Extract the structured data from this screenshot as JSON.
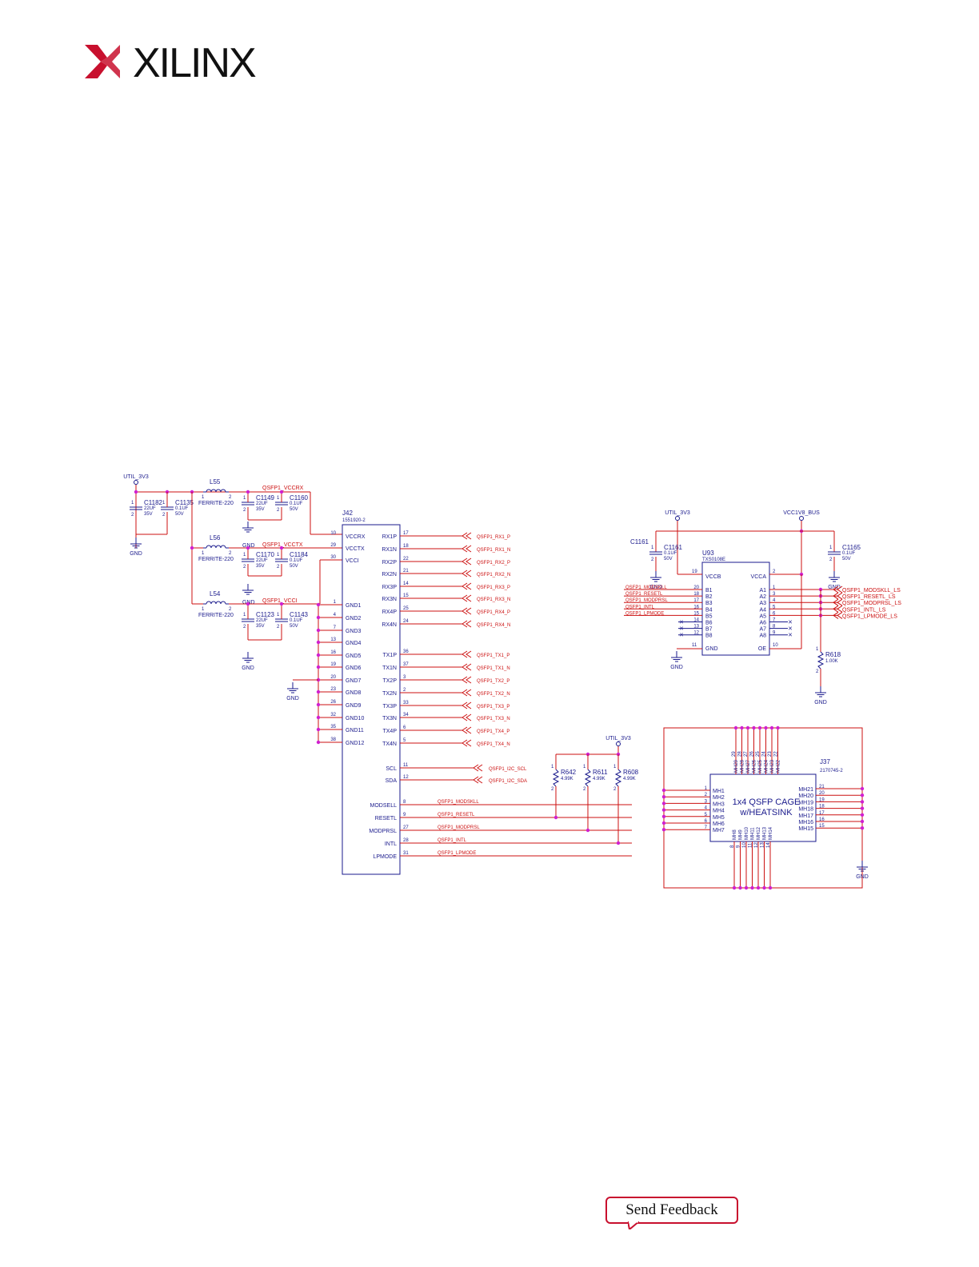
{
  "brand": {
    "name": "XILINX",
    "color": "#c8102e"
  },
  "colors": {
    "wire": "#cc1111",
    "component": "#1a1a8c",
    "junction": "#d020d0",
    "net": "#cc1111"
  },
  "feedback": {
    "label": "Send Feedback"
  },
  "schematic": {
    "power": {
      "util": "UTIL_3V3",
      "vccio": "VCC1V8_BUS",
      "gnd": "GND"
    },
    "inductors": [
      {
        "ref": "L55",
        "value": "FERRITE-220",
        "net": "QSFP1_VCCRX"
      },
      {
        "ref": "L56",
        "value": "FERRITE-220",
        "net": "QSFP1_VCCTX"
      },
      {
        "ref": "L54",
        "value": "FERRITE-220",
        "net": "QSFP1_VCCI"
      }
    ],
    "caps": [
      {
        "ref": "C1182",
        "value": "22UF",
        "volt": "35V"
      },
      {
        "ref": "C1135",
        "value": "0.1UF",
        "volt": "50V"
      },
      {
        "ref": "C1149",
        "value": "22UF",
        "volt": "35V"
      },
      {
        "ref": "C1160",
        "value": "0.1UF",
        "volt": "50V"
      },
      {
        "ref": "C1170",
        "value": "22UF",
        "volt": "35V"
      },
      {
        "ref": "C1184",
        "value": "0.1UF",
        "volt": "50V"
      },
      {
        "ref": "C1123",
        "value": "22UF",
        "volt": "35V"
      },
      {
        "ref": "C1143",
        "value": "0.1UF",
        "volt": "50V"
      },
      {
        "ref": "C1161",
        "value": "0.1UF",
        "volt": "50V"
      },
      {
        "ref": "C1165",
        "value": "0.1UF",
        "volt": "50V"
      }
    ],
    "j42": {
      "ref": "J42",
      "part": "1551920-2",
      "left_pins": [
        {
          "num": "10",
          "name": "VCCRX"
        },
        {
          "num": "29",
          "name": "VCCTX"
        },
        {
          "num": "30",
          "name": "VCCI"
        },
        {
          "num": "1",
          "name": "GND1"
        },
        {
          "num": "4",
          "name": "GND2"
        },
        {
          "num": "7",
          "name": "GND3"
        },
        {
          "num": "13",
          "name": "GND4"
        },
        {
          "num": "16",
          "name": "GND5"
        },
        {
          "num": "19",
          "name": "GND6"
        },
        {
          "num": "20",
          "name": "GND7"
        },
        {
          "num": "23",
          "name": "GND8"
        },
        {
          "num": "26",
          "name": "GND9"
        },
        {
          "num": "32",
          "name": "GND10"
        },
        {
          "num": "35",
          "name": "GND11"
        },
        {
          "num": "38",
          "name": "GND12"
        }
      ],
      "hs_pins": [
        {
          "num": "17",
          "name": "RX1P",
          "net": "QSFP1_RX1_P"
        },
        {
          "num": "18",
          "name": "RX1N",
          "net": "QSFP1_RX1_N"
        },
        {
          "num": "22",
          "name": "RX2P",
          "net": "QSFP1_RX2_P"
        },
        {
          "num": "21",
          "name": "RX2N",
          "net": "QSFP1_RX2_N"
        },
        {
          "num": "14",
          "name": "RX3P",
          "net": "QSFP1_RX3_P"
        },
        {
          "num": "15",
          "name": "RX3N",
          "net": "QSFP1_RX3_N"
        },
        {
          "num": "25",
          "name": "RX4P",
          "net": "QSFP1_RX4_P"
        },
        {
          "num": "24",
          "name": "RX4N",
          "net": "QSFP1_RX4_N"
        },
        {
          "num": "36",
          "name": "TX1P",
          "net": "QSFP1_TX1_P"
        },
        {
          "num": "37",
          "name": "TX1N",
          "net": "QSFP1_TX1_N"
        },
        {
          "num": "3",
          "name": "TX2P",
          "net": "QSFP1_TX2_P"
        },
        {
          "num": "2",
          "name": "TX2N",
          "net": "QSFP1_TX2_N"
        },
        {
          "num": "33",
          "name": "TX3P",
          "net": "QSFP1_TX3_P"
        },
        {
          "num": "34",
          "name": "TX3N",
          "net": "QSFP1_TX3_N"
        },
        {
          "num": "6",
          "name": "TX4P",
          "net": "QSFP1_TX4_P"
        },
        {
          "num": "5",
          "name": "TX4N",
          "net": "QSFP1_TX4_N"
        }
      ],
      "i2c_pins": [
        {
          "num": "11",
          "name": "SCL",
          "net": "QSFP1_I2C_SCL"
        },
        {
          "num": "12",
          "name": "SDA",
          "net": "QSFP1_I2C_SDA"
        }
      ],
      "ctrl_pins": [
        {
          "num": "8",
          "name": "MODSELL",
          "net": "QSFP1_MODSKLL"
        },
        {
          "num": "9",
          "name": "RESETL",
          "net": "QSFP1_RESETL"
        },
        {
          "num": "27",
          "name": "MODPRSL",
          "net": "QSFP1_MODPRSL"
        },
        {
          "num": "28",
          "name": "INTL",
          "net": "QSFP1_INTL"
        },
        {
          "num": "31",
          "name": "LPMODE",
          "net": "QSFP1_LPMODE"
        }
      ]
    },
    "pullups": [
      {
        "ref": "R642",
        "value": "4.99K"
      },
      {
        "ref": "R611",
        "value": "4.99K"
      },
      {
        "ref": "R608",
        "value": "4.99K"
      }
    ],
    "u93": {
      "ref": "U93",
      "part": "TXS0108E",
      "vccb": "VCCB",
      "vcca": "VCCA",
      "gnd": "GND",
      "oe": "OE",
      "vccb_pin": "19",
      "vcca_pin": "2",
      "gnd_pin": "11",
      "oe_pin": "10",
      "b_side": [
        {
          "num": "20",
          "name": "B1",
          "net": "QSFP1_MODSKLL"
        },
        {
          "num": "18",
          "name": "B2",
          "net": "QSFP1_RESETL"
        },
        {
          "num": "17",
          "name": "B3",
          "net": "QSFP1_MODPRSL"
        },
        {
          "num": "16",
          "name": "B4",
          "net": "QSFP1_INTL"
        },
        {
          "num": "15",
          "name": "B5",
          "net": "QSFP1_LPMODE"
        },
        {
          "num": "14",
          "name": "B6",
          "net": ""
        },
        {
          "num": "13",
          "name": "B7",
          "net": ""
        },
        {
          "num": "12",
          "name": "B8",
          "net": ""
        }
      ],
      "a_side": [
        {
          "num": "1",
          "name": "A1",
          "net": "QSFP1_MODSKLL_LS"
        },
        {
          "num": "3",
          "name": "A2",
          "net": "QSFP1_RESETL_LS"
        },
        {
          "num": "4",
          "name": "A3",
          "net": "QSFP1_MODPRSL_LS"
        },
        {
          "num": "5",
          "name": "A4",
          "net": "QSFP1_INTL_LS"
        },
        {
          "num": "6",
          "name": "A5",
          "net": "QSFP1_LPMODE_LS"
        },
        {
          "num": "7",
          "name": "A6",
          "net": ""
        },
        {
          "num": "8",
          "name": "A7",
          "net": ""
        },
        {
          "num": "9",
          "name": "A8",
          "net": ""
        }
      ],
      "oe_res": {
        "ref": "R618",
        "value": "1.00K"
      }
    },
    "j37": {
      "ref": "J37",
      "part": "2170745-2",
      "title1": "1x4 QSFP CAGE",
      "title2": "w/HEATSINK",
      "left": [
        {
          "num": "1",
          "name": "MH1"
        },
        {
          "num": "2",
          "name": "MH2"
        },
        {
          "num": "3",
          "name": "MH3"
        },
        {
          "num": "4",
          "name": "MH4"
        },
        {
          "num": "5",
          "name": "MH5"
        },
        {
          "num": "6",
          "name": "MH6"
        },
        {
          "num": "7",
          "name": "MH7"
        }
      ],
      "right": [
        {
          "num": "21",
          "name": "MH21"
        },
        {
          "num": "20",
          "name": "MH20"
        },
        {
          "num": "19",
          "name": "MH19"
        },
        {
          "num": "18",
          "name": "MH18"
        },
        {
          "num": "17",
          "name": "MH17"
        },
        {
          "num": "16",
          "name": "MH16"
        },
        {
          "num": "15",
          "name": "MH15"
        }
      ],
      "top": [
        {
          "num": "29",
          "name": "MH29"
        },
        {
          "num": "28",
          "name": "MH28"
        },
        {
          "num": "27",
          "name": "MH27"
        },
        {
          "num": "26",
          "name": "MH26"
        },
        {
          "num": "25",
          "name": "MH25"
        },
        {
          "num": "24",
          "name": "MH24"
        },
        {
          "num": "23",
          "name": "MH23"
        },
        {
          "num": "22",
          "name": "MH22"
        }
      ],
      "bottom": [
        {
          "num": "8",
          "name": "MH8"
        },
        {
          "num": "9",
          "name": "MH9"
        },
        {
          "num": "10",
          "name": "MH10"
        },
        {
          "num": "11",
          "name": "MH11"
        },
        {
          "num": "12",
          "name": "MH12"
        },
        {
          "num": "13",
          "name": "MH13"
        },
        {
          "num": "14",
          "name": "MH14"
        }
      ]
    }
  }
}
